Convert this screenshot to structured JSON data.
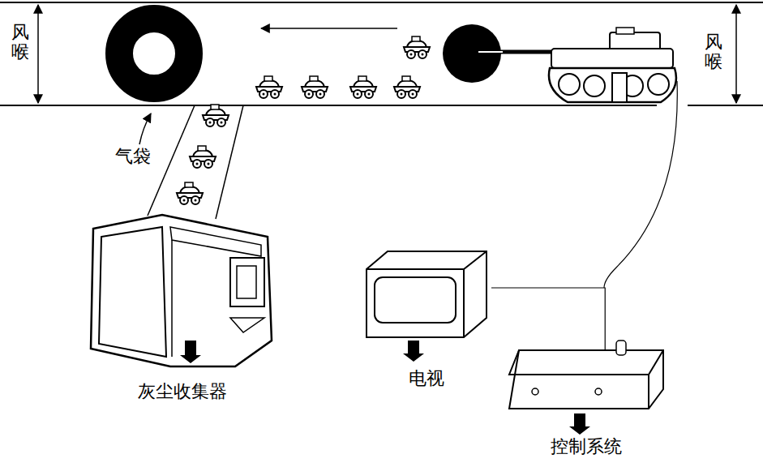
{
  "diagram": {
    "nodes": [
      {
        "text": [
          "灰尘收集器"
        ]
      },
      {
        "text": [
          "电视"
        ]
      },
      {
        "text": [
          "控制系统"
        ]
      }
    ],
    "edges": [
      {
        "from": 1,
        "to": 2,
        "arrow": "none"
      }
    ],
    "labels": [
      "风喉",
      "风喉",
      "气袋"
    ]
  }
}
